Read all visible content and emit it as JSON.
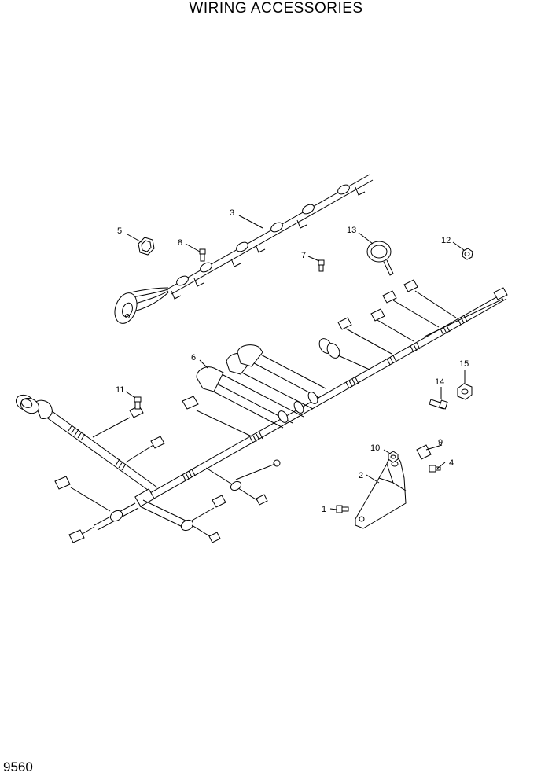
{
  "page": {
    "title": "WIRING ACCESSORIES",
    "page_number": "9560"
  },
  "callouts": {
    "c1": "1",
    "c2": "2",
    "c3": "3",
    "c4": "4",
    "c5": "5",
    "c6": "6",
    "c7": "7",
    "c8": "8",
    "c9": "9",
    "c10": "10",
    "c11": "11",
    "c12": "12",
    "c13": "13",
    "c14": "14",
    "c15": "15"
  }
}
